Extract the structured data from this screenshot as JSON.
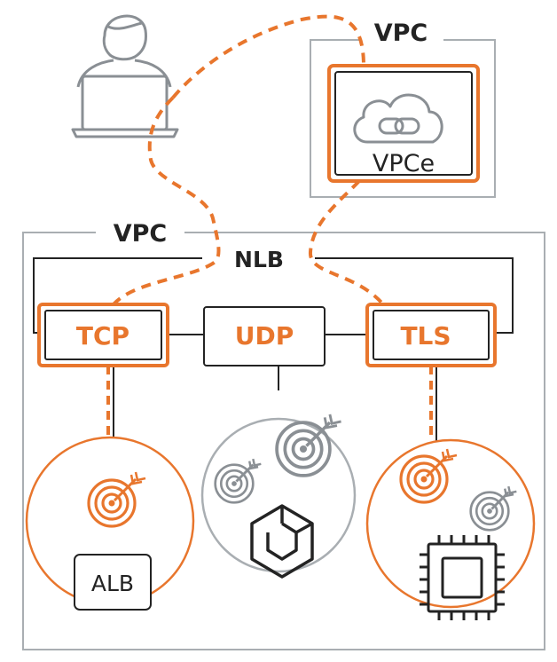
{
  "labels": {
    "vpc_top": "VPC",
    "vpc_main": "VPC",
    "vpce": "VPCe",
    "nlb": "NLB",
    "tcp": "TCP",
    "udp": "UDP",
    "tls": "TLS",
    "alb": "ALB"
  },
  "colors": {
    "orange": "#E8762D",
    "dark": "#232323",
    "gray": "#8A8F94",
    "light_gray": "#A9AEB2"
  },
  "icons": [
    "user-laptop-icon",
    "cloud-link-icon",
    "target-icon",
    "ecs-container-icon",
    "cpu-chip-icon"
  ]
}
